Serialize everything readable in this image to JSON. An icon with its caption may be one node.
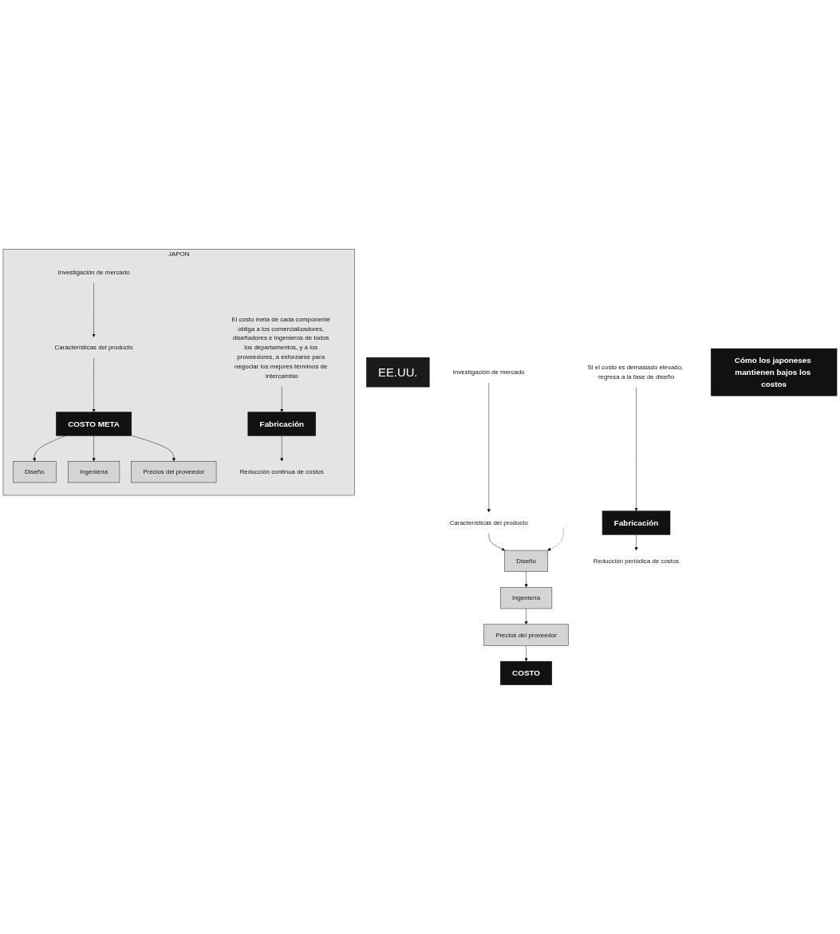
{
  "diagram": {
    "nodes": [
      {
        "text": [
          "EE.UU."
        ]
      },
      {
        "text": [
          "Investigación de mercado"
        ]
      },
      {
        "text": [
          "Características del producto"
        ]
      },
      {
        "text": [
          "Diseño"
        ]
      },
      {
        "text": [
          "Ingeniería"
        ]
      },
      {
        "text": [
          "Precios del proveedor"
        ]
      },
      {
        "text": [
          "COSTO"
        ]
      },
      {
        "text": [
          "Si el costo es demasiado elevado, regresa a la fase de diseño"
        ]
      },
      {
        "text": [
          "Fabricación"
        ]
      },
      {
        "text": [
          "Reducción periódica de costos"
        ]
      },
      {
        "text": [
          "JAPON"
        ]
      },
      {
        "text": [
          "Cómo los japoneses mantienen bajos los costos"
        ]
      },
      {
        "text": [
          "Investigación de mercado"
        ],
        "in": 10
      },
      {
        "text": [
          "Características del producto"
        ],
        "in": 10
      },
      {
        "text": [
          "COSTO META"
        ],
        "in": 10
      },
      {
        "text": [
          "Diseño"
        ],
        "in": 10
      },
      {
        "text": [
          "Ingeniería"
        ],
        "in": 10
      },
      {
        "text": [
          "Precios del proveedor"
        ],
        "in": 10
      },
      {
        "text": [
          "El costo meta de cada componente obliga a los comercializadores, diseñadores e ingenieros de todos los departamentos, y a los proveedores, a esforzarse para negociar los mejores términos de intercambio"
        ],
        "in": 10
      },
      {
        "text": [
          "Fabricación"
        ],
        "in": 10
      },
      {
        "text": [
          "Reducción continua de costos"
        ],
        "in": 10
      }
    ],
    "edges": [
      {
        "from": 1,
        "to": 2,
        "arrow": "to"
      },
      {
        "from": 2,
        "to": 3,
        "arrow": "to"
      },
      {
        "from": 3,
        "to": 4,
        "arrow": "to"
      },
      {
        "from": 4,
        "to": 5,
        "arrow": "to"
      },
      {
        "from": 5,
        "to": 6,
        "arrow": "to"
      },
      {
        "from": 7,
        "to": 8,
        "arrow": "to"
      },
      {
        "from": 8,
        "to": 9,
        "arrow": "to"
      },
      {
        "from": null,
        "to": 3,
        "arrow": "to",
        "style": "dashed"
      },
      {
        "from": 12,
        "to": 13,
        "arrow": "to"
      },
      {
        "from": 13,
        "to": 14,
        "arrow": "to"
      },
      {
        "from": 14,
        "to": 15,
        "arrow": "to"
      },
      {
        "from": 14,
        "to": 16,
        "arrow": "to"
      },
      {
        "from": 14,
        "to": 17,
        "arrow": "to"
      },
      {
        "from": 18,
        "to": 19,
        "arrow": "to"
      },
      {
        "from": 19,
        "to": 20,
        "arrow": "to"
      }
    ]
  }
}
